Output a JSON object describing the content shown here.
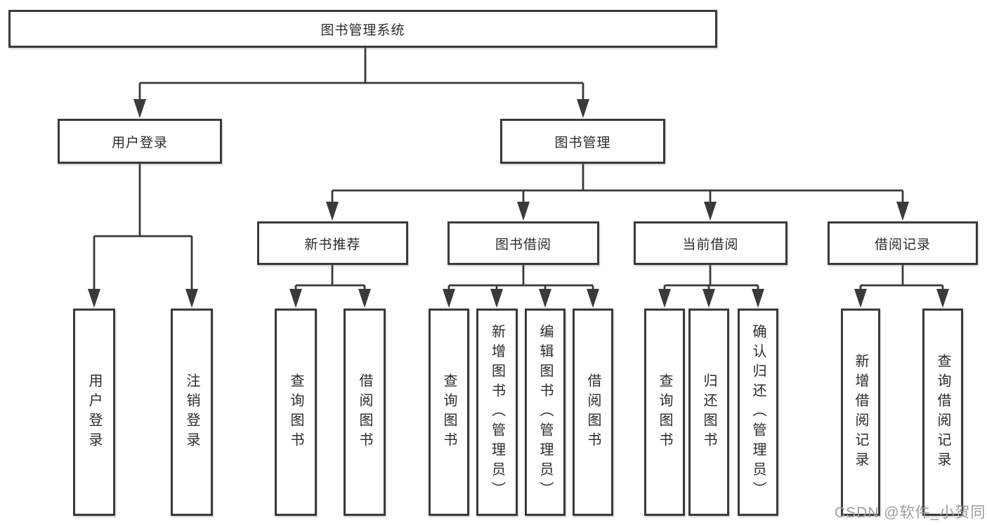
{
  "diagram": {
    "root": {
      "label": "图书管理系统"
    },
    "branches": [
      {
        "label": "用户登录",
        "children": [
          {
            "label": "用户登录"
          },
          {
            "label": "注销登录"
          }
        ]
      },
      {
        "label": "图书管理",
        "children": [
          {
            "label": "新书推荐",
            "children": [
              {
                "label": "查询图书"
              },
              {
                "label": "借阅图书"
              }
            ]
          },
          {
            "label": "图书借阅",
            "children": [
              {
                "label": "查询图书"
              },
              {
                "label": "新增图书（管理员）"
              },
              {
                "label": "编辑图书（管理员）"
              },
              {
                "label": "借阅图书"
              }
            ]
          },
          {
            "label": "当前借阅",
            "children": [
              {
                "label": "查询图书"
              },
              {
                "label": "归还图书"
              },
              {
                "label": "确认归还（管理员）"
              }
            ]
          },
          {
            "label": "借阅记录",
            "children": [
              {
                "label": "新增借阅记录"
              },
              {
                "label": "查询借阅记录"
              }
            ]
          }
        ]
      }
    ]
  },
  "watermark": {
    "text": "CSDN @软件_小贺同学"
  },
  "colors": {
    "line": "#3a3a3a",
    "border": "#3a3a3a",
    "text": "#2b2b2b",
    "watermark": "#9c9c9c",
    "background": "#ffffff"
  }
}
